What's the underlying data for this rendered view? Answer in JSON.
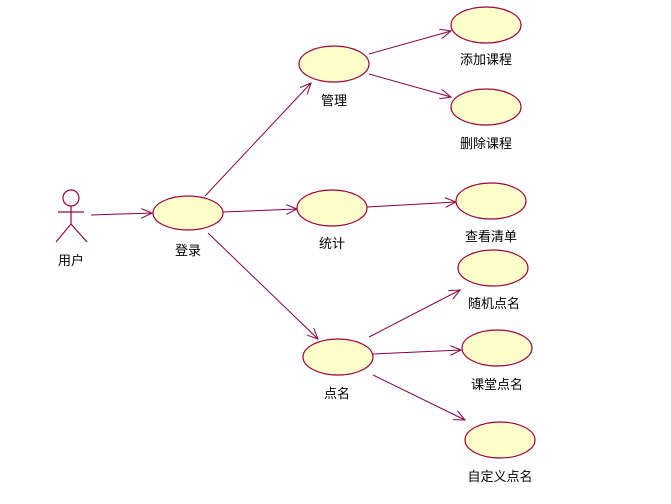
{
  "diagram": {
    "actor": {
      "label": "用户"
    },
    "usecases": {
      "login": "登录",
      "manage": "管理",
      "stats": "统计",
      "rollcall": "点名",
      "add_course": "添加课程",
      "delete_course": "删除课程",
      "view_list": "查看清单",
      "random_rollcall": "随机点名",
      "class_rollcall": "课堂点名",
      "custom_rollcall": "自定义点名"
    },
    "colors": {
      "usecase_fill": "#ffffcc",
      "usecase_stroke": "#a0003c",
      "edge": "#8b0046"
    }
  }
}
